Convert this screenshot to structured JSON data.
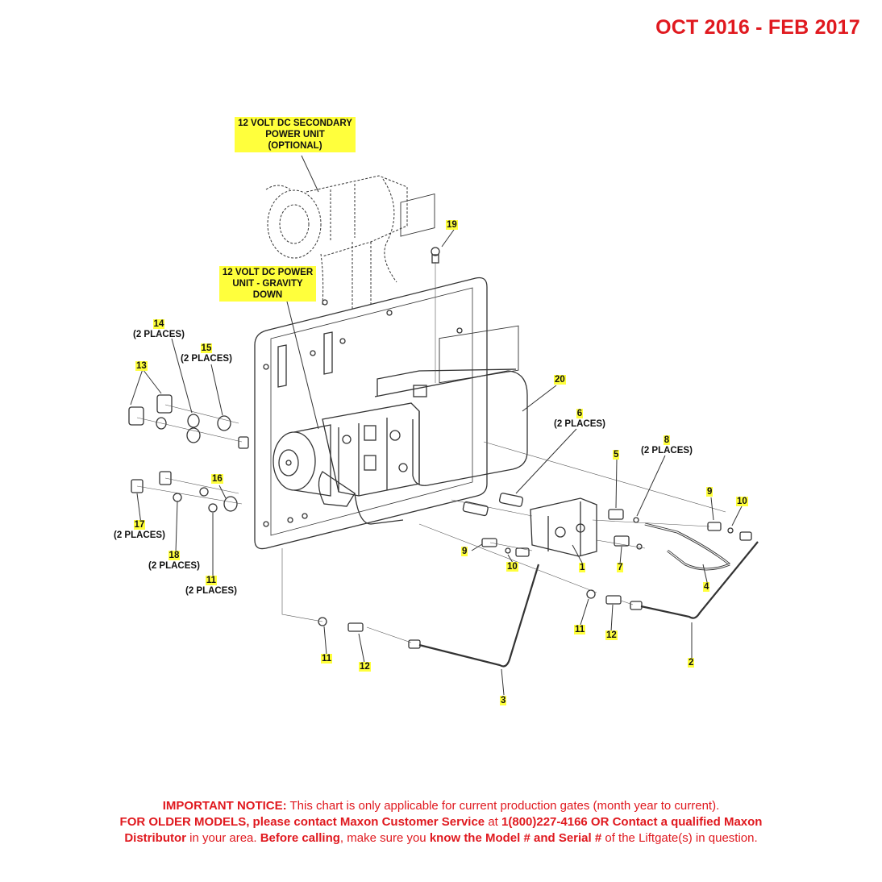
{
  "header": {
    "date_range": "OCT 2016 - FEB 2017"
  },
  "labels": {
    "secondary_unit": {
      "line1": "12 VOLT DC SECONDARY",
      "line2": "POWER UNIT",
      "line3": "(OPTIONAL)"
    },
    "power_unit": {
      "line1": "12 VOLT DC POWER",
      "line2": "UNIT - GRAVITY",
      "line3": "DOWN"
    }
  },
  "callouts": [
    {
      "id": "c19",
      "num": "19",
      "places": ""
    },
    {
      "id": "c14",
      "num": "14",
      "places": "(2 PLACES)"
    },
    {
      "id": "c15",
      "num": "15",
      "places": "(2 PLACES)"
    },
    {
      "id": "c13",
      "num": "13",
      "places": ""
    },
    {
      "id": "c20",
      "num": "20",
      "places": ""
    },
    {
      "id": "c6",
      "num": "6",
      "places": "(2 PLACES)"
    },
    {
      "id": "c8",
      "num": "8",
      "places": "(2 PLACES)"
    },
    {
      "id": "c5",
      "num": "5",
      "places": ""
    },
    {
      "id": "c9a",
      "num": "9",
      "places": ""
    },
    {
      "id": "c10a",
      "num": "10",
      "places": ""
    },
    {
      "id": "c16",
      "num": "16",
      "places": ""
    },
    {
      "id": "c17",
      "num": "17",
      "places": "(2 PLACES)"
    },
    {
      "id": "c18",
      "num": "18",
      "places": "(2 PLACES)"
    },
    {
      "id": "c11a",
      "num": "11",
      "places": "(2 PLACES)"
    },
    {
      "id": "c9b",
      "num": "9",
      "places": ""
    },
    {
      "id": "c10b",
      "num": "10",
      "places": ""
    },
    {
      "id": "c1",
      "num": "1",
      "places": ""
    },
    {
      "id": "c7",
      "num": "7",
      "places": ""
    },
    {
      "id": "c4",
      "num": "4",
      "places": ""
    },
    {
      "id": "c11b",
      "num": "11",
      "places": ""
    },
    {
      "id": "c12a",
      "num": "12",
      "places": ""
    },
    {
      "id": "c2",
      "num": "2",
      "places": ""
    },
    {
      "id": "c11c",
      "num": "11",
      "places": ""
    },
    {
      "id": "c12b",
      "num": "12",
      "places": ""
    },
    {
      "id": "c3",
      "num": "3",
      "places": ""
    }
  ],
  "notice": {
    "l1_bold": "IMPORTANT NOTICE:",
    "l1_rest": " This chart is only applicable for current production gates (month year to current).",
    "l2_bold": "FOR OLDER MODELS, please contact Maxon Customer Service",
    "l2_mid": " at ",
    "l2_bold2": "1(800)227-4166 OR Contact a qualified Maxon",
    "l3_bold": "Distributor",
    "l3_mid": " in your area. ",
    "l3_bold2": "Before calling",
    "l3_mid2": ", make sure you ",
    "l3_bold3": "know the Model # and Serial #",
    "l3_rest": " of the Liftgate(s) in question."
  },
  "colors": {
    "accent_red": "#e0191f",
    "highlight": "#ffff3c",
    "line": "#333333"
  }
}
